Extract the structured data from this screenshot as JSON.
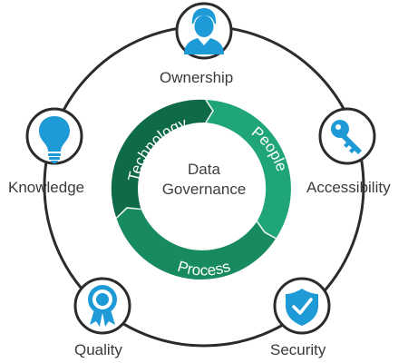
{
  "center": {
    "line1": "Data",
    "line2": "Governance"
  },
  "ring": {
    "technology": "Technology",
    "people": "People",
    "process": "Process"
  },
  "nodes": {
    "ownership": "Ownership",
    "accessibility": "Accessibility",
    "security": "Security",
    "quality": "Quality",
    "knowledge": "Knowledge"
  },
  "colors": {
    "dark_green": "#0f6a48",
    "mid_green": "#178a5f",
    "light_green": "#20a57a",
    "icon_blue": "#1e9bd7",
    "outline": "#2b2b2b"
  }
}
